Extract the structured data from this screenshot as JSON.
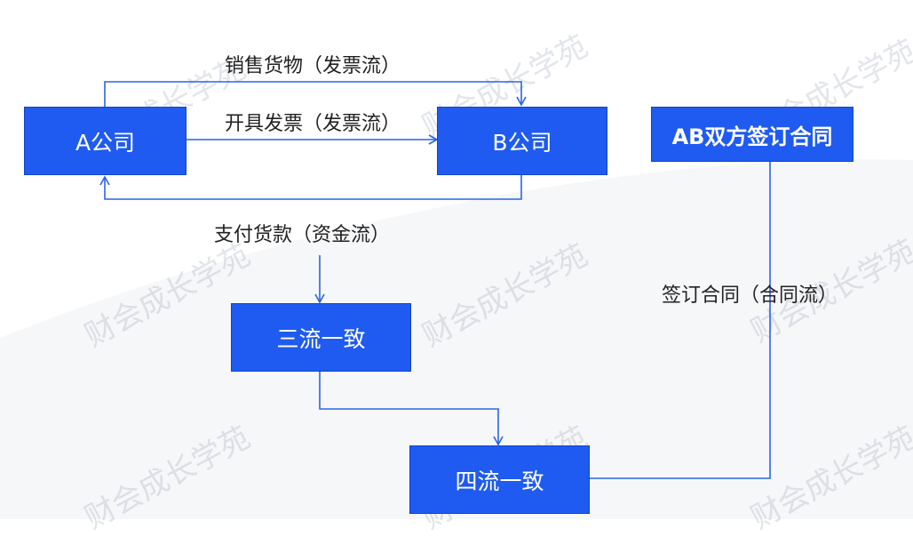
{
  "colors": {
    "box_fill": "#1f5bf0",
    "line": "#2b63e6",
    "text": "#222222"
  },
  "nodes": {
    "a_company": "A公司",
    "b_company": "B公司",
    "ab_contract": "AB双方签订合同",
    "three_flows": "三流一致",
    "four_flows": "四流一致"
  },
  "edge_labels": {
    "goods": "销售货物（发票流）",
    "invoice": "开具发票（发票流）",
    "payment": "支付货款（资金流）",
    "contract": "签订合同（合同流）"
  },
  "watermark": "财会成长学苑"
}
